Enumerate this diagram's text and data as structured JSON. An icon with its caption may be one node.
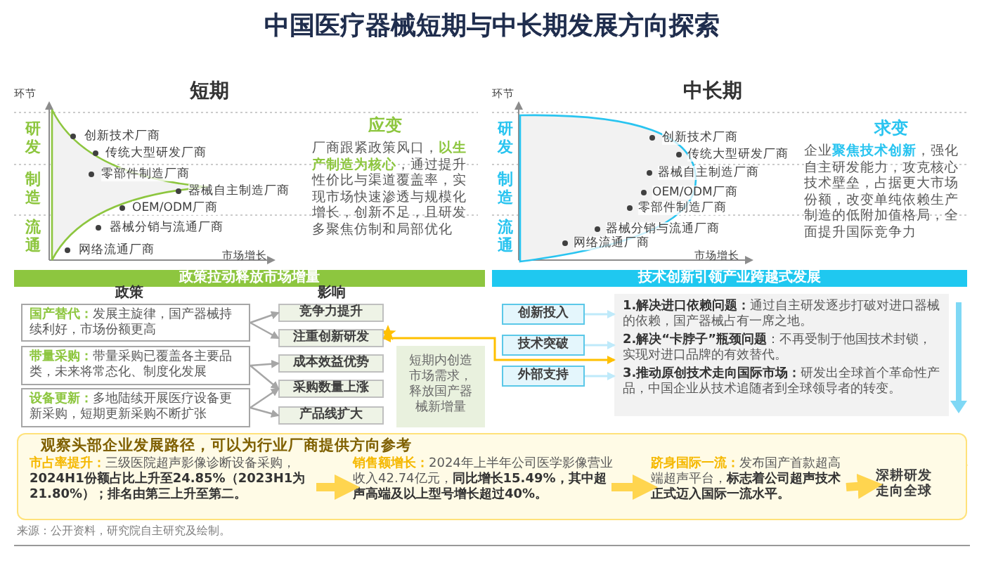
{
  "diagram": {
    "title": "中国医疗器械短期与中长期发展方向探索",
    "nodes": [
      {
        "text": [
          "政策拉动释放市场增量"
        ]
      },
      {
        "text": [
          "**国产替代：**发展主旋律，国产器械持续利好，市场份额更高"
        ]
      },
      {
        "text": [
          "**带量采购：**带量采购已覆盖各主要品类，未来将常态化、制度化发展"
        ]
      },
      {
        "text": [
          "**设备更新：**多地陆续开展医疗设备更新采购，短期更新采购不断扩张"
        ]
      },
      {
        "text": [
          "竞争力提升"
        ]
      },
      {
        "text": [
          "注重创新研发"
        ]
      },
      {
        "text": [
          "成本效益优势"
        ]
      },
      {
        "text": [
          "采购数量上涨"
        ]
      },
      {
        "text": [
          "产品线扩大"
        ]
      },
      {
        "text": [
          "短期内创造市场需求，释放国产器械新增量"
        ]
      },
      {
        "text": [
          "技术创新引领产业跨越式发展"
        ]
      },
      {
        "text": [
          "创新投入"
        ]
      },
      {
        "text": [
          "技术突破"
        ]
      },
      {
        "text": [
          "外部支持"
        ]
      },
      {
        "text": [
          "**1.解决进口依赖问题：**通过自主研发逐步打破对进口器械的依赖，国产器械占有一席之地。",
          "**2.解决“卡脖子”瓶颈问题**：不再受制于他国技术封锁，实现对进口品牌的有效替代。",
          "**3.推动原创技术走向国际市场：**研发出全球首个革命性产品，中国企业从技术追随者到全球领导者的转变。"
        ]
      },
      {
        "text": [
          "观察头部企业发展路径，可以为行业厂商提供方向参考"
        ]
      },
      {
        "text": [
          "**市占率提升：**三级医院超声影像诊断设备采购，**2024H1份额占比上升至24.85%（2023H1为21.80%）；排名由第三上升至第二。**"
        ],
        "in": 15
      },
      {
        "text": [
          "**销售额增长：**2024年上半年公司医学影像营业收入42.74亿元，**同比增长15.49%，其中超声高端及以上型号增长超过40%。**"
        ],
        "in": 15
      },
      {
        "text": [
          "**跻身国际一流：**发布国产首款超高端超声平台，**标志着公司超声技术正式迈入国际一流水平。**"
        ],
        "in": 15
      },
      {
        "text": [
          "深耕研发走向全球"
        ],
        "in": 15
      }
    ],
    "edges": [
      {
        "from": 1,
        "to": 4,
        "arrow": "to"
      },
      {
        "from": 1,
        "to": 5,
        "arrow": "to"
      },
      {
        "from": 2,
        "to": 6,
        "arrow": "to"
      },
      {
        "from": 2,
        "to": 7,
        "arrow": "to"
      },
      {
        "from": 3,
        "to": 7,
        "arrow": "to"
      },
      {
        "from": 3,
        "to": 8,
        "arrow": "to"
      },
      {
        "from": 5,
        "to": 14,
        "arrow": "both",
        "color": "#ffc000"
      },
      {
        "from": 11,
        "to": 14,
        "arrow": "to",
        "color": "#bfeafa"
      },
      {
        "from": 12,
        "to": 14,
        "arrow": "to",
        "color": "#bfeafa"
      },
      {
        "from": 13,
        "to": 14,
        "arrow": "to",
        "color": "#bfeafa"
      },
      {
        "from": 16,
        "to": 17,
        "arrow": "to",
        "style": "thick",
        "color": "#ffd54f"
      },
      {
        "from": 17,
        "to": 18,
        "arrow": "to",
        "style": "thick",
        "color": "#ffd54f"
      },
      {
        "from": 18,
        "to": 19,
        "arrow": "to",
        "style": "thick",
        "color": "#ffd54f"
      }
    ],
    "labels": [
      "短期",
      "环节",
      "研发",
      "制造",
      "流通",
      "创新技术厂商",
      "传统大型研发厂商",
      "零部件制造厂商",
      "器械自主制造厂商",
      "OEM/ODM厂商",
      "器械分销与流通厂商",
      "网络流通厂商",
      "市场增长",
      "应变",
      "厂商跟紧政策风口，**以生产制造为核心**，通过提升性价比与渠道覆盖率，实现市场快速渗透与规模化增长，创新不足，且研发多聚焦仿制和局部优化",
      "中长期",
      "环节",
      "研发",
      "制造",
      "流通",
      "创新技术厂商",
      "传统大型研发厂商",
      "器械自主制造厂商",
      "OEM/ODM厂商",
      "零部件制造厂商",
      "器械分销与流通厂商",
      "网络流通厂商",
      "市场增长",
      "求变",
      "企业**聚焦技术创新**，强化自主研发能力，攻克核心技术壁垒，占据更大市场份额，改变单纯依赖生产制造的低附加值格局，全面提升国际竞争力",
      "政策",
      "影响",
      "来源：公开资料，研究院自主研究及绘制。"
    ]
  }
}
